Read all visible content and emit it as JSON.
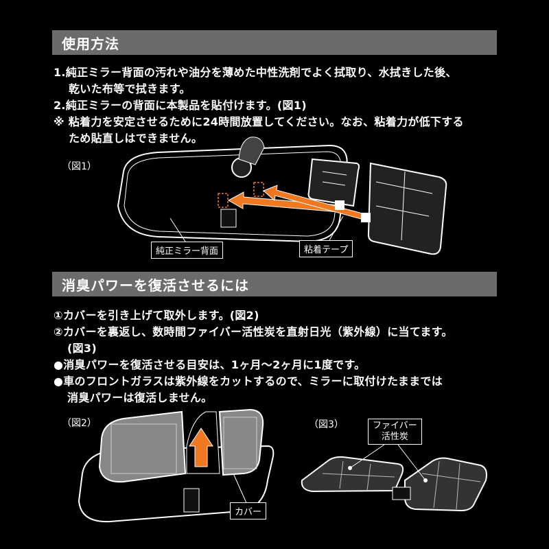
{
  "section1": {
    "heading": "使用方法",
    "step1_line1": "1.純正ミラー背面の汚れや油分を薄めた中性洗剤でよく拭取り、水拭きした後、",
    "step1_line2": "乾いた布等で拭きます。",
    "step2": "2.純正ミラーの背面に本製品を貼付けます。(図1)",
    "note_line1": "※ 粘着力を安定させるために24時間放置してください。なお、粘着力が低下する",
    "note_line2": "ため貼直しはできません。",
    "fig1_label": "（図1）",
    "callout_mirror": "純正ミラー背面",
    "callout_tape": "粘着テープ"
  },
  "section2": {
    "heading": "消臭パワーを復活させるには",
    "item1": "①カバーを引き上げて取外します。(図2)",
    "item2_line1": "②カバーを裏返し、数時間ファイバー活性炭を直射日光（紫外線）に当てます。",
    "item2_line2": "(図3)",
    "bullet1": "●消臭パワーを復活させる目安は、1ヶ月〜2ヶ月に1度です。",
    "bullet2_line1": "●車のフロントガラスは紫外線をカットするので、ミラーに取付けたままでは",
    "bullet2_line2": "消臭パワーは復活しません。",
    "fig2_label": "（図2）",
    "fig3_label": "（図3）",
    "callout_cover": "カバー",
    "callout_fiber_line1": "ファイバー",
    "callout_fiber_line2": "活性炭"
  },
  "colors": {
    "background": "#000000",
    "bar": "#6b6b6b",
    "accent_orange": "#f07820"
  }
}
